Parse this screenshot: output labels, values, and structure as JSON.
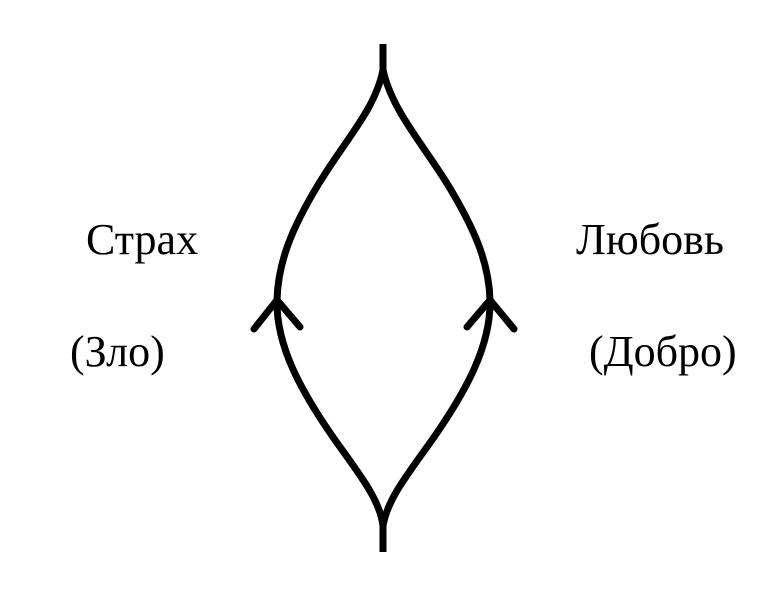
{
  "diagram": {
    "left_side": {
      "title": "Страх",
      "subtitle": "(Зло)"
    },
    "right_side": {
      "title": "Любовь",
      "subtitle": "(Добро)"
    },
    "shape": {
      "type": "lens-shaped loop of two curves joined at top and bottom stems",
      "arrows": [
        "up-arrow on left curve",
        "up-arrow on right curve"
      ],
      "stroke_color": "#000000",
      "background_color": "#ffffff"
    }
  }
}
